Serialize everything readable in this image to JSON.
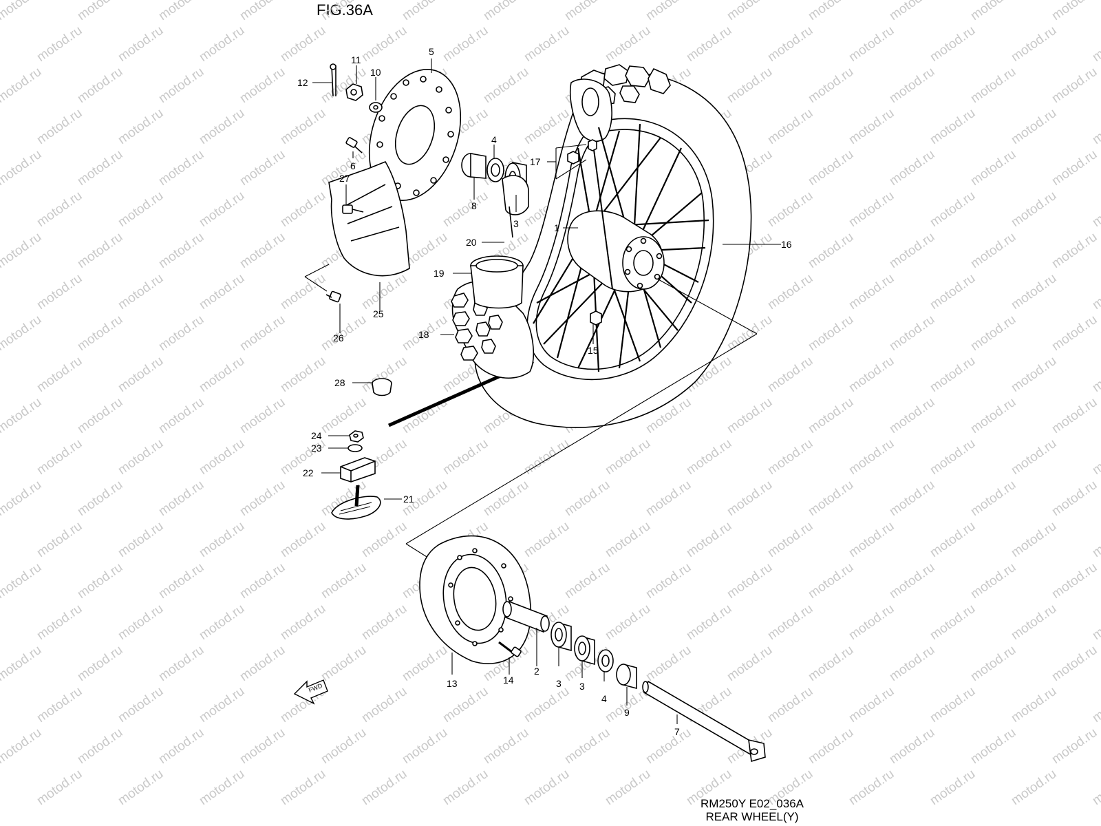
{
  "figure": {
    "title": "FIG.36A",
    "model_code": "RM250Y E02_036A",
    "caption": "REAR WHEEL(Y)"
  },
  "watermark": "motod.ru",
  "fwd_arrow_label": "FWD",
  "callouts": [
    {
      "id": "c1",
      "label": "1",
      "part": "wheel-hub"
    },
    {
      "id": "c2",
      "label": "2",
      "part": "spacer"
    },
    {
      "id": "c3a",
      "label": "3",
      "part": "bearing-upper"
    },
    {
      "id": "c3b",
      "label": "3",
      "part": "bearing-lower-a"
    },
    {
      "id": "c3c",
      "label": "3",
      "part": "bearing-lower-b"
    },
    {
      "id": "c4a",
      "label": "4",
      "part": "oil-seal-upper"
    },
    {
      "id": "c4b",
      "label": "4",
      "part": "oil-seal-lower"
    },
    {
      "id": "c5",
      "label": "5",
      "part": "brake-disc"
    },
    {
      "id": "c6",
      "label": "6",
      "part": "disc-bolt"
    },
    {
      "id": "c7",
      "label": "7",
      "part": "axle"
    },
    {
      "id": "c8",
      "label": "8",
      "part": "collar-upper"
    },
    {
      "id": "c9",
      "label": "9",
      "part": "collar-lower"
    },
    {
      "id": "c10",
      "label": "10",
      "part": "washer"
    },
    {
      "id": "c11",
      "label": "11",
      "part": "axle-nut"
    },
    {
      "id": "c12",
      "label": "12",
      "part": "cotter-pin"
    },
    {
      "id": "c13",
      "label": "13",
      "part": "sprocket"
    },
    {
      "id": "c14",
      "label": "14",
      "part": "sprocket-bolt"
    },
    {
      "id": "c15",
      "label": "15",
      "part": "sprocket-nut"
    },
    {
      "id": "c16",
      "label": "16",
      "part": "rim"
    },
    {
      "id": "c17",
      "label": "17",
      "part": "spoke-set"
    },
    {
      "id": "c18",
      "label": "18",
      "part": "tire"
    },
    {
      "id": "c19",
      "label": "19",
      "part": "tube"
    },
    {
      "id": "c20",
      "label": "20",
      "part": "rim-band"
    },
    {
      "id": "c21",
      "label": "21",
      "part": "tire-lock"
    },
    {
      "id": "c22",
      "label": "22",
      "part": "tire-lock-spacer"
    },
    {
      "id": "c23",
      "label": "23",
      "part": "tire-lock-washer"
    },
    {
      "id": "c24",
      "label": "24",
      "part": "tire-lock-nut"
    },
    {
      "id": "c25",
      "label": "25",
      "part": "disc-guard"
    },
    {
      "id": "c26",
      "label": "26",
      "part": "guard-bolt-lower"
    },
    {
      "id": "c27",
      "label": "27",
      "part": "guard-bolt-upper"
    },
    {
      "id": "c28",
      "label": "28",
      "part": "tire-lock-cap"
    }
  ]
}
